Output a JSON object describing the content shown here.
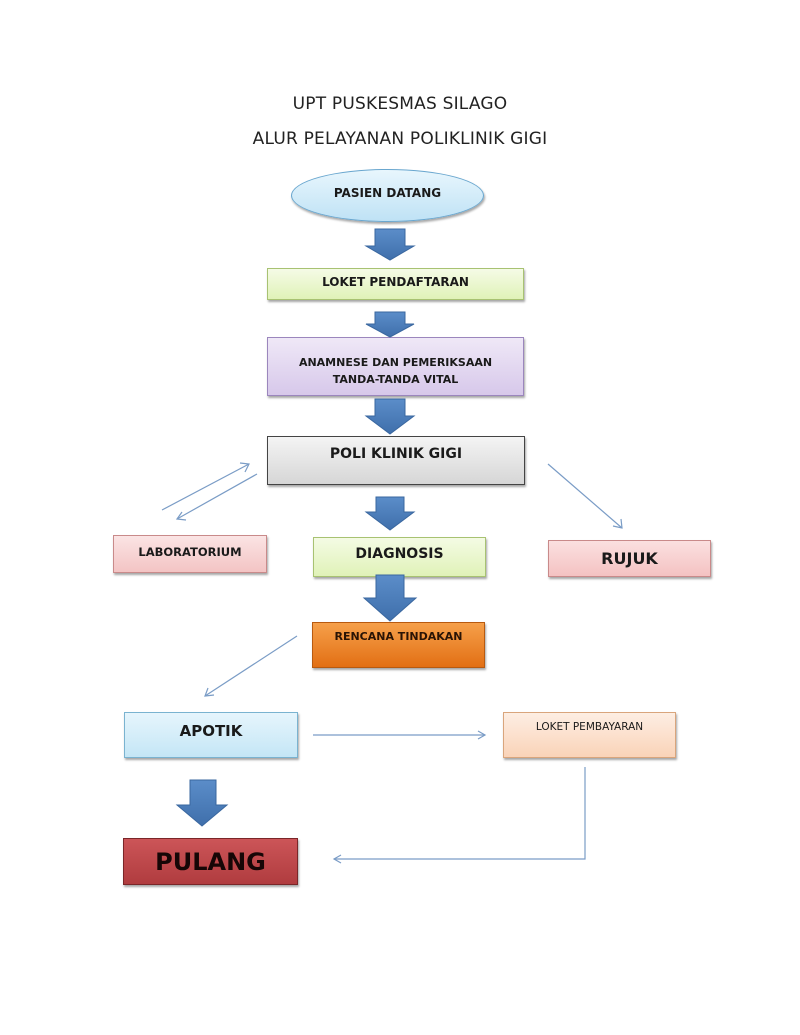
{
  "header": {
    "line1": "UPT PUSKESMAS SILAGO",
    "line2": "ALUR PELAYANAN POLIKLINIK GIGI"
  },
  "nodes": {
    "pasien_datang": "PASIEN DATANG",
    "loket_pendaftaran": "LOKET PENDAFTARAN",
    "anamnese_line1": "ANAMNESE DAN PEMERIKSAAN",
    "anamnese_line2": "TANDA-TANDA VITAL",
    "poli_klinik_gigi": "POLI KLINIK GIGI",
    "laboratorium": "LABORATORIUM",
    "diagnosis": "DIAGNOSIS",
    "rujuk": "RUJUK",
    "rencana_tindakan": "RENCANA TINDAKAN",
    "apotik": "APOTIK",
    "loket_pembayaran": "LOKET PEMBAYARAN",
    "pulang": "PULANG"
  },
  "colors": {
    "arrow_fill": "#4f81bd",
    "line_color": "#7a9cc6",
    "ellipse_fill": "#cfeaf8",
    "green_fill": "#eaf6cf",
    "purple_fill": "#e4d9f0",
    "gray_fill": "#e6e6e6",
    "pink_fill": "#f7d0d0",
    "orange_fill": "#f08a2c",
    "blue_fill": "#dbf0fb",
    "peach_fill": "#fde3d0",
    "red_fill": "#c0474a"
  }
}
